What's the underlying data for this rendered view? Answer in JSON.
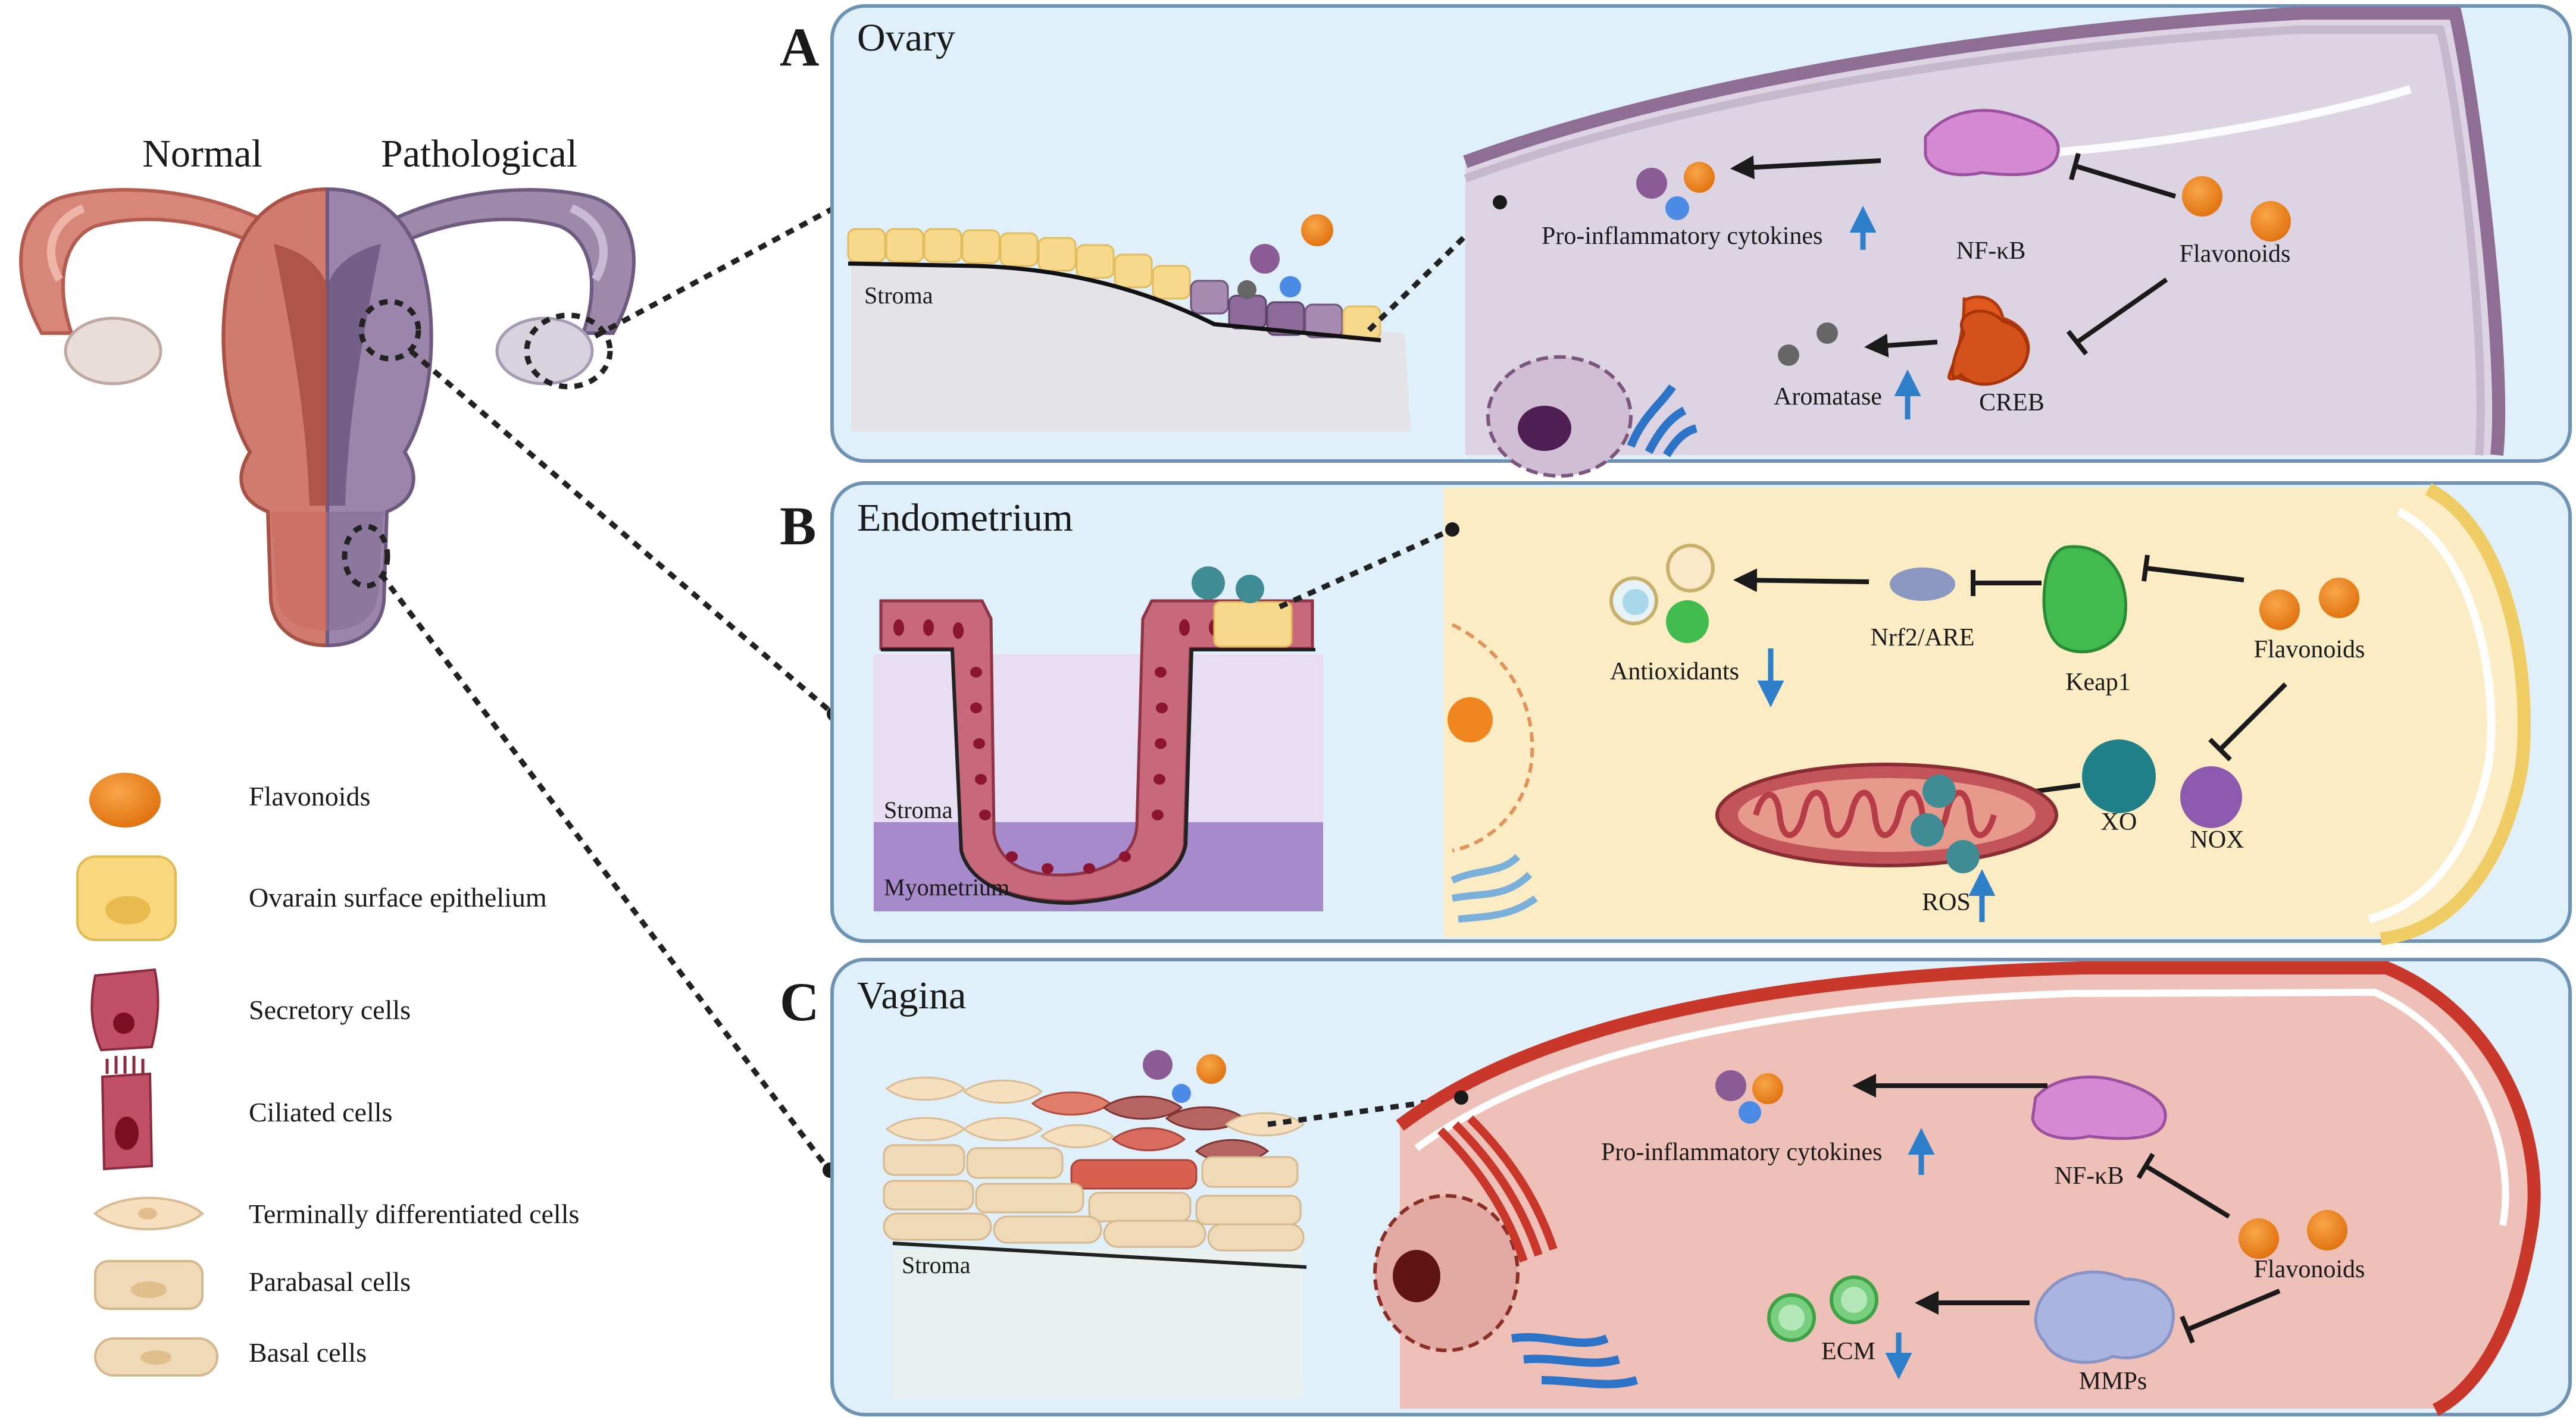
{
  "colors": {
    "panel_bg": "#dff0fa",
    "panel_border": "#6f93b5",
    "flavonoid": "#f0871e",
    "up_arrow": "#2c7fc8",
    "ovary_cell": "#ddd4e3",
    "endometrium_cell": "#fcecc4",
    "vagina_cell": "#f0c6be"
  },
  "uterus": {
    "left_label": "Normal",
    "right_label": "Pathological"
  },
  "legend": [
    {
      "label": "Flavonoids",
      "icon": "flavonoid-icon"
    },
    {
      "label": "Ovarain surface epithelium",
      "icon": "ovarian-epithelium-cell-icon"
    },
    {
      "label": "Secretory cells",
      "icon": "secretory-cell-icon"
    },
    {
      "label": "Ciliated cells",
      "icon": "ciliated-cell-icon"
    },
    {
      "label": "Terminally differentiated cells",
      "icon": "terminal-cell-icon"
    },
    {
      "label": "Parabasal cells",
      "icon": "parabasal-cell-icon"
    },
    {
      "label": "Basal cells",
      "icon": "basal-cell-icon"
    }
  ],
  "panels": {
    "ovary": {
      "letter": "A",
      "title": "Ovary",
      "stroma": "Stroma",
      "labels": {
        "cytokines": "Pro-inflammatory cytokines",
        "nfkb": "NF-κB",
        "flavonoids": "Flavonoids",
        "aromatase": "Aromatase",
        "creb": "CREB"
      }
    },
    "endometrium": {
      "letter": "B",
      "title": "Endometrium",
      "stroma": "Stroma",
      "myometrium": "Myometrium",
      "labels": {
        "antioxidants": "Antioxidants",
        "nrf2": "Nrf2/ARE",
        "keap1": "Keap1",
        "flavonoids": "Flavonoids",
        "xo": "XO",
        "nox": "NOX",
        "ros": "ROS"
      }
    },
    "vagina": {
      "letter": "C",
      "title": "Vagina",
      "stroma": "Stroma",
      "labels": {
        "cytokines": "Pro-inflammatory cytokines",
        "nfkb": "NF-κB",
        "flavonoids": "Flavonoids",
        "ecm": "ECM",
        "mmps": "MMPs"
      }
    }
  }
}
